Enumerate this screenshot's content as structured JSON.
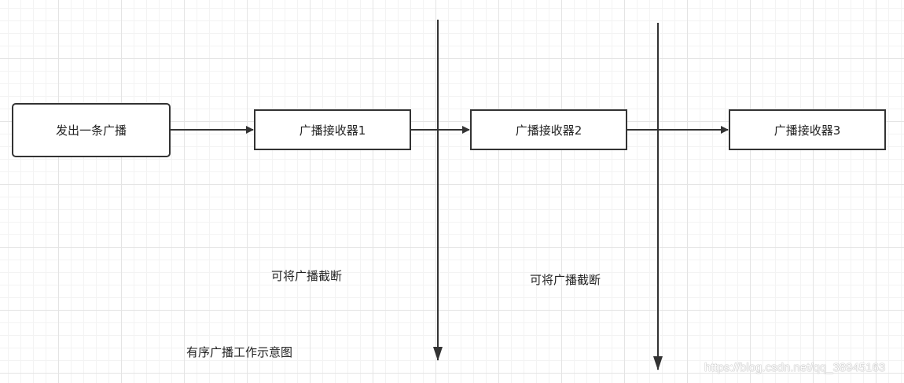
{
  "diagram": {
    "nodes": [
      {
        "id": "source",
        "label": "发出一条广播"
      },
      {
        "id": "receiver1",
        "label": "广播接收器1"
      },
      {
        "id": "receiver2",
        "label": "广播接收器2"
      },
      {
        "id": "receiver3",
        "label": "广播接收器3"
      }
    ],
    "edges": [
      {
        "from": "source",
        "to": "receiver1"
      },
      {
        "from": "receiver1",
        "to": "receiver2"
      },
      {
        "from": "receiver2",
        "to": "receiver3"
      }
    ],
    "annotations": {
      "intercept_1": "可将广播截断",
      "intercept_2": "可将广播截断",
      "caption": "有序广播工作示意图"
    },
    "colors": {
      "stroke": "#333333",
      "grid": "#e4e4e4"
    }
  },
  "watermark": "https://blog.csdn.net/qq_38945163"
}
